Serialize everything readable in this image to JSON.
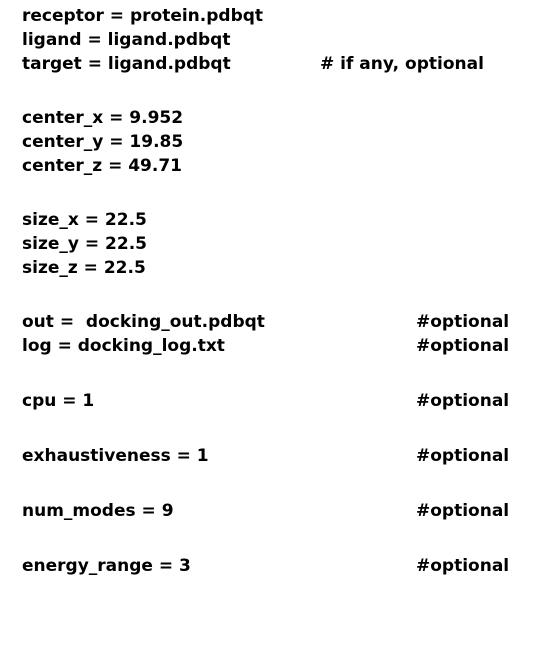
{
  "lines": {
    "receptor": "receptor = protein.pdbqt",
    "ligand": "ligand = ligand.pdbqt",
    "target": "target = ligand.pdbqt",
    "target_comment": "# if any, optional",
    "center_x": "center_x = 9.952",
    "center_y": "center_y = 19.85",
    "center_z": "center_z = 49.71",
    "size_x": "size_x = 22.5",
    "size_y": "size_y = 22.5",
    "size_z": "size_z = 22.5",
    "out": "out =  docking_out.pdbqt",
    "out_comment": "#optional",
    "log": "log = docking_log.txt",
    "log_comment": "#optional",
    "cpu": "cpu = 1",
    "cpu_comment": "#optional",
    "exhaustiveness": "exhaustiveness = 1",
    "exhaustiveness_comment": "#optional",
    "num_modes": "num_modes = 9",
    "num_modes_comment": "#optional",
    "energy_range": "energy_range = 3",
    "energy_range_comment": "#optional"
  }
}
